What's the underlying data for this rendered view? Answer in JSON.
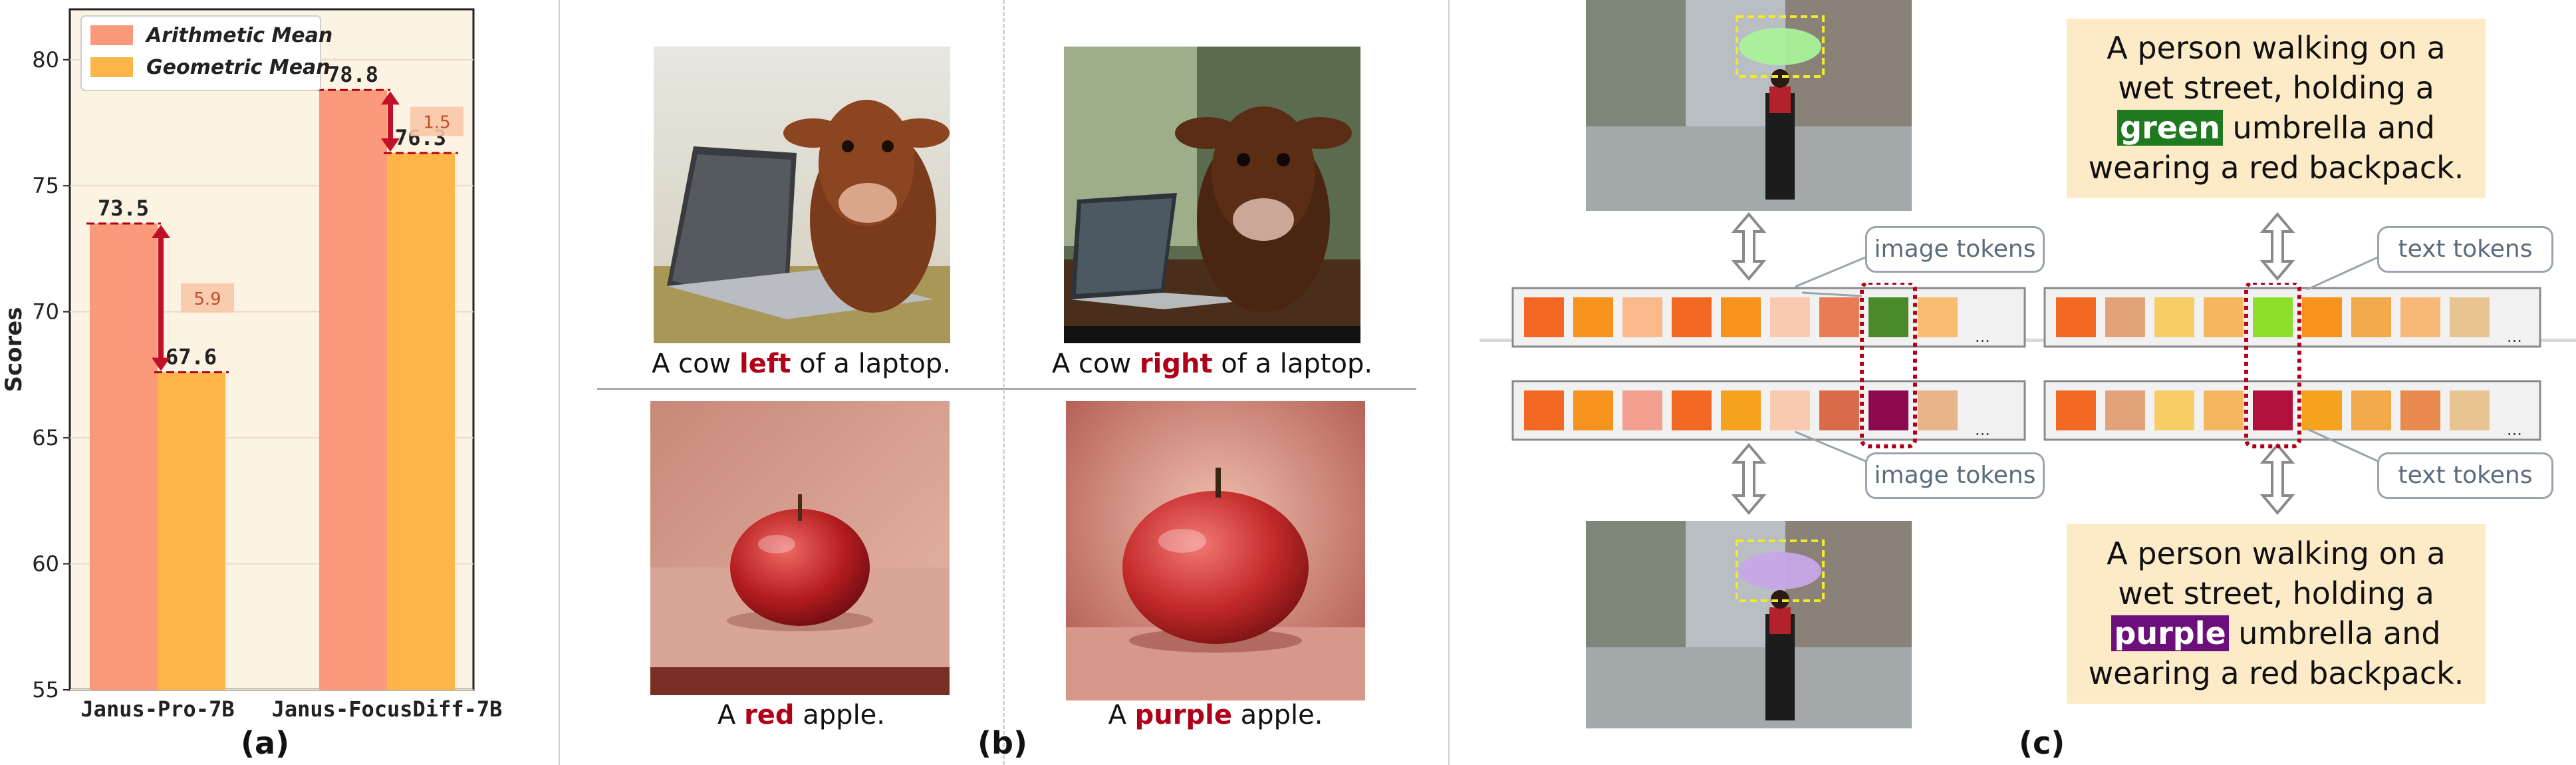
{
  "panel_a": {
    "label": "(a)",
    "chart_data": {
      "type": "bar",
      "categories": [
        "Janus-Pro-7B",
        "Janus-FocusDiff-7B"
      ],
      "series": [
        {
          "name": "Arithmetic Mean",
          "values": [
            73.5,
            78.8
          ],
          "color": "#fa9a7a"
        },
        {
          "name": "Geometric Mean",
          "values": [
            67.6,
            76.3
          ],
          "color": "#fdb54a"
        }
      ],
      "value_labels": [
        "73.5",
        "67.6",
        "78.8",
        "76.3"
      ],
      "differences": [
        "5.9",
        "1.5"
      ],
      "ylabel": "Scores",
      "ylim": [
        55,
        82
      ],
      "yticks": [
        "55",
        "60",
        "65",
        "70",
        "75",
        "80"
      ],
      "grid": true,
      "legend_position": "top-left",
      "background": "#fdf3e3"
    }
  },
  "panel_b": {
    "label": "(b)",
    "captions": [
      {
        "pre": "A cow ",
        "hl": "left",
        "post": " of a laptop."
      },
      {
        "pre": "A cow ",
        "hl": "right",
        "post": " of a laptop."
      },
      {
        "pre": "A ",
        "hl": "red",
        "post": " apple."
      },
      {
        "pre": "A ",
        "hl": "purple",
        "post": " apple."
      }
    ]
  },
  "panel_c": {
    "label": "(c)",
    "callouts": {
      "image_top": "image tokens",
      "text_top": "text tokens",
      "image_bottom": "image tokens",
      "text_bottom": "text tokens"
    },
    "text_top": {
      "line1": "A person walking on a",
      "line2": "wet street, holding a",
      "color_word": "green",
      "line3_rest": " umbrella and",
      "line4": "wearing a red backpack."
    },
    "text_bottom": {
      "line1": "A person walking on a",
      "line2": "wet street, holding a",
      "color_word": "purple",
      "line3_rest": " umbrella and",
      "line4": "wearing a red backpack."
    },
    "ellipsis": "...",
    "colors": {
      "highlight_green": "#1f7a1f",
      "highlight_purple": "#6b0f7a",
      "dotted_box": "#b00018"
    }
  }
}
